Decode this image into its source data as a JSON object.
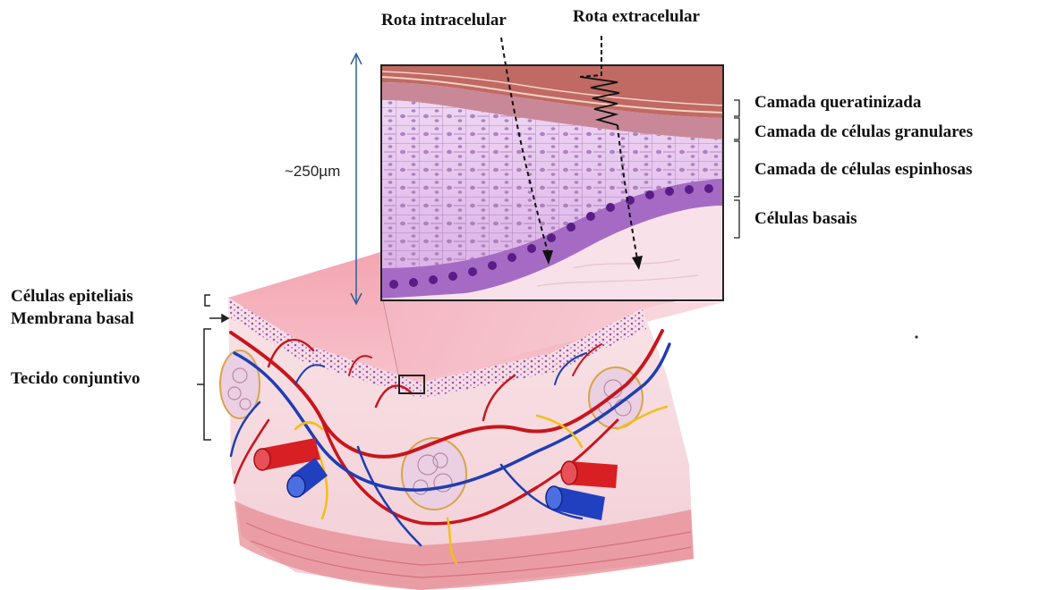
{
  "labels": {
    "rota_intracelular": "Rota intracelular",
    "rota_extracelular": "Rota extracelular",
    "camada_queratinizada": "Camada queratinizada",
    "camada_granulares": "Camada de células granulares",
    "camada_espinhosas": "Camada de células espinhosas",
    "celulas_basais": "Células basais",
    "celulas_epiteliais": "Células epiteliais",
    "membrana_basal": "Membrana basal",
    "tecido_conjuntivo": "Tecido conjuntivo",
    "espessura": "~250µm"
  },
  "colors": {
    "epithelium_light": "#e7c9ee",
    "epithelium_dark": "#7a2a9a",
    "nucleus": "#5a1c86",
    "keratin": "#b45b55",
    "connective": "#f6dde0",
    "artery": "#c8151c",
    "vein": "#1f3db3",
    "nerve": "#f0c018",
    "scale_arrow": "#2f5e9a"
  }
}
